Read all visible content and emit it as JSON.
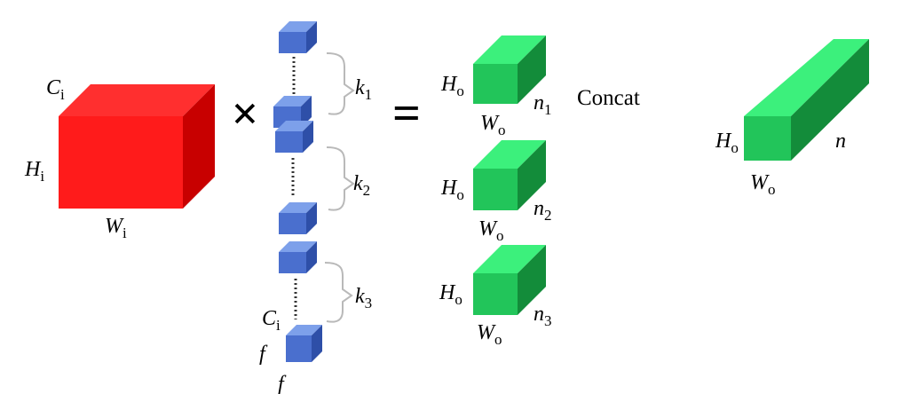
{
  "colors": {
    "input_front": "#ff1b1b",
    "input_top": "#ff2f2f",
    "input_side": "#c80000",
    "kernel_front": "#4a6fce",
    "kernel_top": "#7da0ea",
    "kernel_side": "#2e4fa8",
    "output_front": "#22c55a",
    "output_top": "#3cf07c",
    "output_side": "#138c3a",
    "bracket": "#b9b9b9",
    "operator": "#111111"
  },
  "input": {
    "channel": "C",
    "channel_sub": "i",
    "height": "H",
    "height_sub": "i",
    "width": "W",
    "width_sub": "i"
  },
  "operators": {
    "multiply": "×",
    "equals": "="
  },
  "kernels": {
    "groups": [
      {
        "label": "k",
        "sub": "1"
      },
      {
        "label": "k",
        "sub": "2"
      },
      {
        "label": "k",
        "sub": "3"
      }
    ],
    "channel": "C",
    "channel_sub": "i",
    "size_h": "f",
    "size_w": "f"
  },
  "outputs": [
    {
      "h": "H",
      "h_sub": "o",
      "w": "W",
      "w_sub": "o",
      "n": "n",
      "n_sub": "1"
    },
    {
      "h": "H",
      "h_sub": "o",
      "w": "W",
      "w_sub": "o",
      "n": "n",
      "n_sub": "2"
    },
    {
      "h": "H",
      "h_sub": "o",
      "w": "W",
      "w_sub": "o",
      "n": "n",
      "n_sub": "3"
    }
  ],
  "concat_label": "Concat",
  "result": {
    "h": "H",
    "h_sub": "o",
    "w": "W",
    "w_sub": "o",
    "n": "n"
  }
}
